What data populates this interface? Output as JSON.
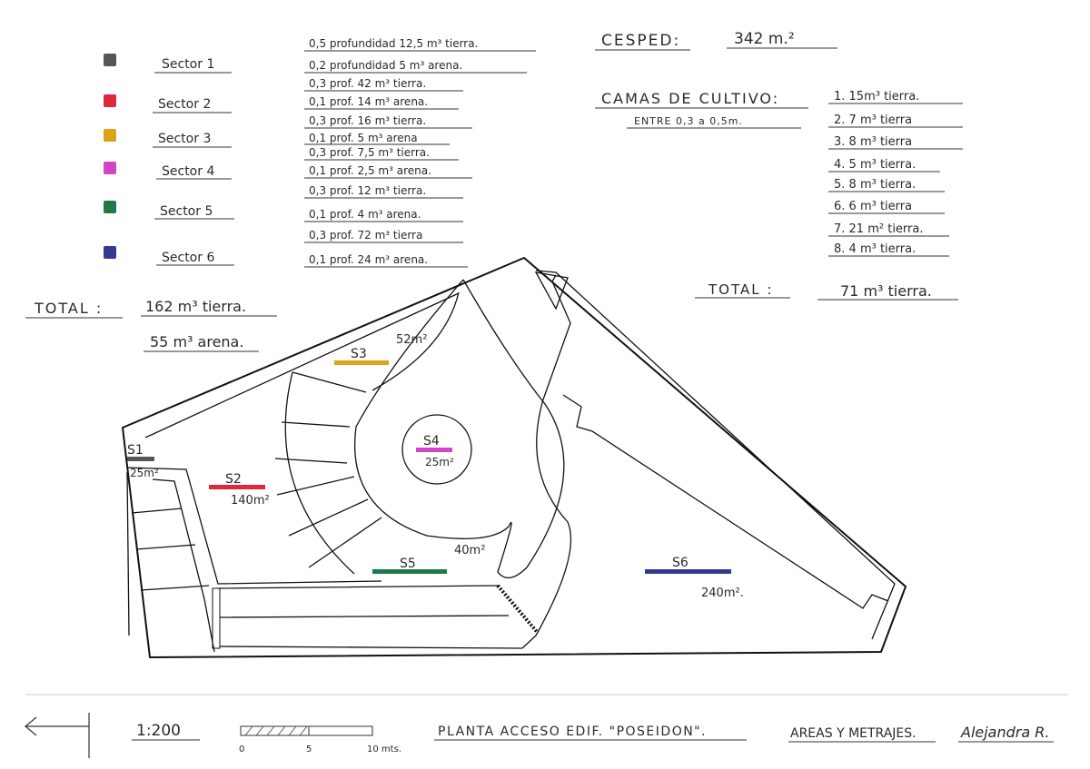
{
  "legend": [
    {
      "label": "Sector 1",
      "color": "#555555"
    },
    {
      "label": "Sector 2",
      "color": "#e0283c"
    },
    {
      "label": "Sector 3",
      "color": "#d9a418"
    },
    {
      "label": "Sector 4",
      "color": "#d245c8"
    },
    {
      "label": "Sector 5",
      "color": "#1f7a4a"
    },
    {
      "label": "Sector 6",
      "color": "#343a94"
    }
  ],
  "volumes": [
    "0,5 profundidad 12,5 m³ tierra.",
    "0,2 profundidad 5 m³ arena.",
    "0,3 prof. 42 m³ tierra.",
    "0,1 prof. 14 m³ arena.",
    "0,3 prof. 16 m³ tierra.",
    "0,1 prof. 5 m³ arena",
    "0,3 prof. 7,5 m³ tierra.",
    "0,1 prof. 2,5 m³ arena.",
    "0,3 prof. 12 m³ tierra.",
    "0,1 prof. 4 m³ arena.",
    "0,3 prof. 72 m³ tierra",
    "0,1 prof. 24 m³ arena."
  ],
  "left_total": {
    "label": "TOTAL :",
    "line1": "162 m³ tierra.",
    "line2": "55 m³ arena."
  },
  "cesped": {
    "label": "CESPED:",
    "value": "342 m.²"
  },
  "camas": {
    "title": "CAMAS DE CULTIVO:",
    "subtitle": "ENTRE 0,3 a 0,5m.",
    "items": [
      "1. 15m³ tierra.",
      "2. 7 m³ tierra",
      "3. 8 m³ tierra",
      "4. 5 m³ tierra.",
      "5. 8 m³ tierra.",
      "6. 6 m³ tierra",
      "7. 21 m² tierra.",
      "8. 4 m³ tierra."
    ],
    "total_label": "TOTAL :",
    "total_value": "71 m³ tierra."
  },
  "plan_labels": {
    "s1": "S1",
    "s1_area": "25m²",
    "s2": "S2",
    "s2_area": "140m²",
    "s3": "S3",
    "s3_area": "52m²",
    "s4": "S4",
    "s4_area": "25m²",
    "s5": "S5",
    "s5_area": "40m²",
    "s6": "S6",
    "s6_area": "240m²."
  },
  "footer": {
    "scale": "1:200",
    "bar_ticks": [
      "0",
      "5",
      "10 mts."
    ],
    "title": "PLANTA ACCESO EDIF. \"POSEIDON\".",
    "subtitle": "AREAS Y METRAJES.",
    "signature": "Alejandra R."
  }
}
